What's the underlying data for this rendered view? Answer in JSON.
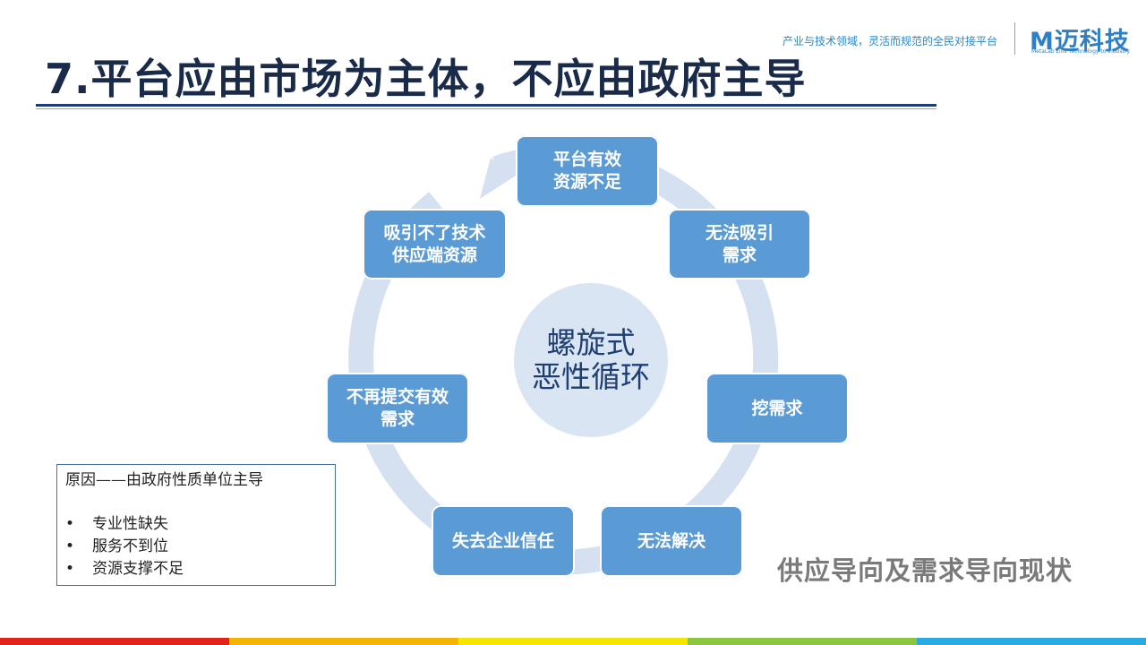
{
  "header": {
    "title": "7.平台应由市场为主体，不应由政府主导",
    "tagline": "产业与技术领域，灵活而规范的全民对接平台",
    "brand_name": "M迈科技",
    "brand_sub": "MetaLab  Link Technology to Industry"
  },
  "diagram": {
    "center_lines": [
      "螺旋式",
      "恶性循环"
    ],
    "nodes": [
      {
        "lines": [
          "平台有效",
          "资源不足"
        ]
      },
      {
        "lines": [
          "无法吸引",
          "需求"
        ]
      },
      {
        "lines": [
          "挖需求"
        ]
      },
      {
        "lines": [
          "无法解决"
        ]
      },
      {
        "lines": [
          "失去企业信任"
        ]
      },
      {
        "lines": [
          "不再提交有效",
          "需求"
        ]
      },
      {
        "lines": [
          "吸引不了技术",
          "供应端资源"
        ]
      }
    ],
    "node_color": "#5b9bd5",
    "ring_color": "#d5e0f0"
  },
  "reasons": {
    "title": "原因——由政府性质单位主导",
    "bullet": "•",
    "items": [
      "专业性缺失",
      "服务不到位",
      "资源支撑不足"
    ]
  },
  "status_text": "供应导向及需求导向现状",
  "colors": {
    "title": "#1a2b4a",
    "accent": "#2e7fc6",
    "bottom_bar": [
      "#e2231a",
      "#f5b400",
      "#f7e500",
      "#8cc63f",
      "#29abe2"
    ]
  }
}
